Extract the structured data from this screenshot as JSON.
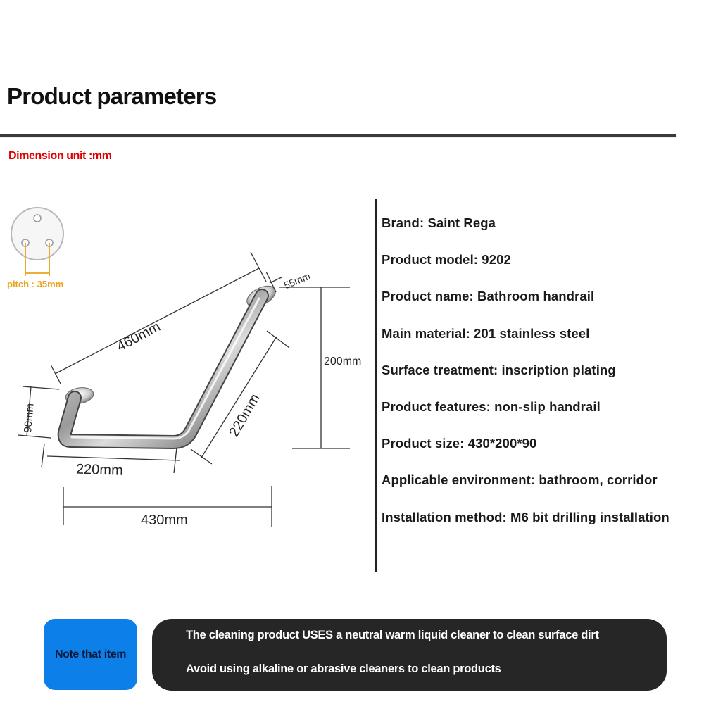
{
  "header": {
    "title": "Product parameters",
    "unit_note": "Dimension unit :mm"
  },
  "diagram": {
    "pitch_label": "pitch : 35mm",
    "dimensions": {
      "diagonal": "460mm",
      "flange": "55mm",
      "height": "200mm",
      "end_height": "90mm",
      "slanted_arm": "220mm",
      "bottom_arm": "220mm",
      "overall_width": "430mm"
    }
  },
  "specs": [
    "Brand: Saint Rega",
    "Product model: 9202",
    "Product name: Bathroom handrail",
    "Main material: 201 stainless steel",
    "Surface treatment: inscription plating",
    "Product features: non-slip handrail",
    "Product size: 430*200*90",
    "Applicable environment: bathroom, corridor",
    "Installation method: M6 bit drilling installation"
  ],
  "notice": {
    "badge": "Note that item",
    "lines": [
      "The cleaning product USES a neutral warm liquid cleaner to clean surface dirt",
      "Avoid using alkaline or abrasive cleaners to clean products"
    ]
  },
  "colors": {
    "title_rule": "#3a3a3a",
    "unit_note": "#e00000",
    "pitch_accent": "#e8a31a",
    "badge_bg": "#0d7fe8",
    "notice_bg": "#262626"
  }
}
